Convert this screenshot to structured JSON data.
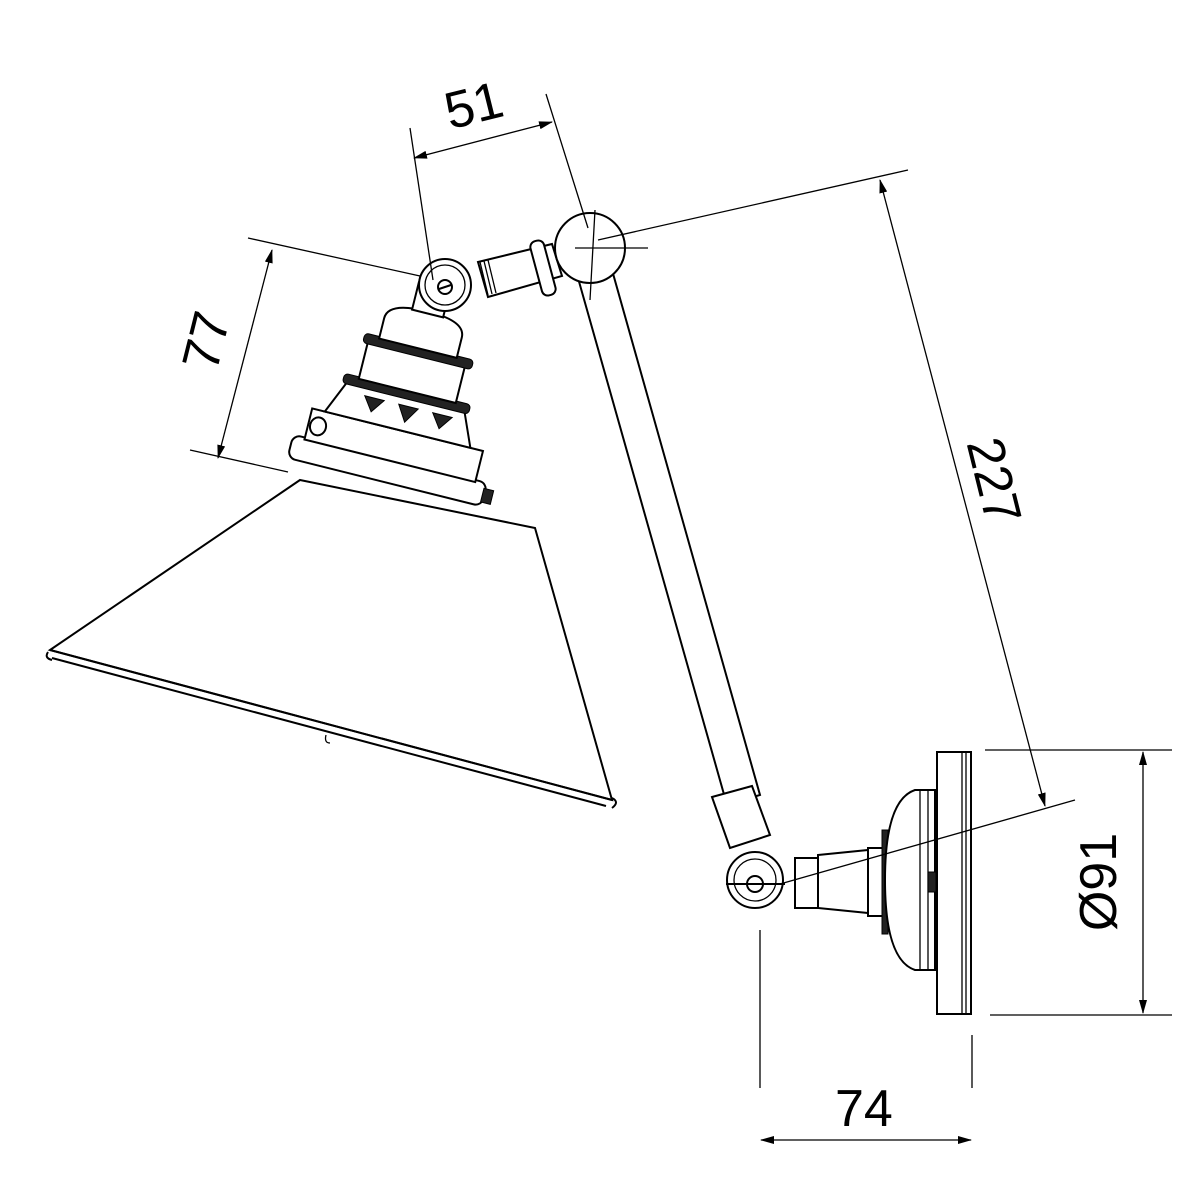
{
  "dimensions": {
    "arm_offset": "51",
    "holder_height": "77",
    "arm_length": "227",
    "backplate_diameter": "Ø91",
    "projection": "74"
  }
}
